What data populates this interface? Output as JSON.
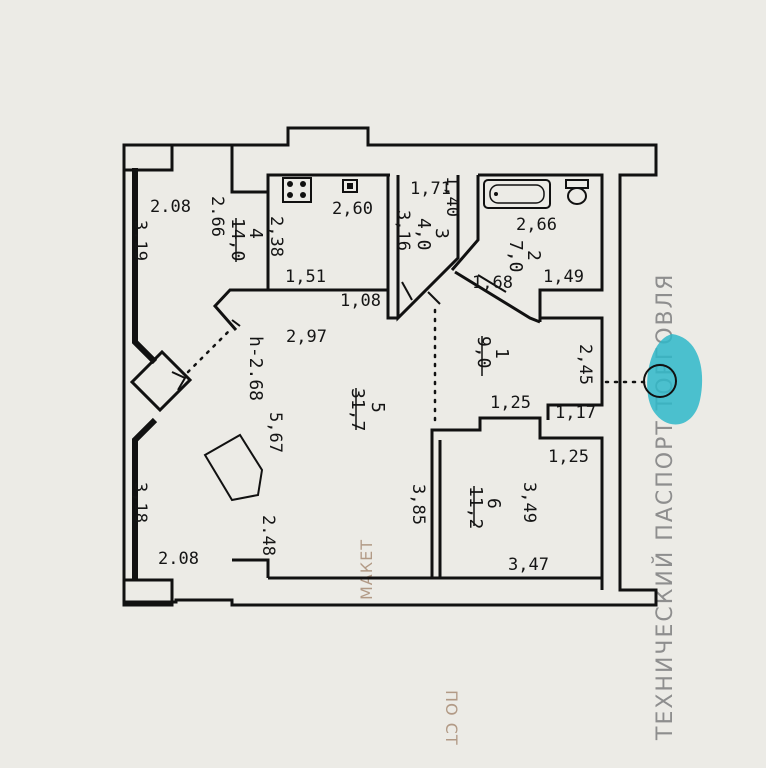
{
  "background_text": {
    "right_vertical": "ТЕХНИЧЕСКИЙ ПАСПОРТ ТОРГОВЛЯ",
    "center_vertical": "МАКЕТ",
    "bottom_vertical": "ПО СТ"
  },
  "rooms": [
    {
      "id": "1",
      "area": "9,0"
    },
    {
      "id": "2",
      "area": "7,0"
    },
    {
      "id": "3",
      "area": "4,0"
    },
    {
      "id": "4",
      "area": "14,0"
    },
    {
      "id": "5",
      "area": "31,7"
    },
    {
      "id": "6",
      "area": "11,2"
    }
  ],
  "ceiling_height": "h-2.68",
  "dimensions": {
    "d_2_08_top": "2.08",
    "d_2_66": "2.66",
    "d_3_19": "3.19",
    "d_2_38": "2,38",
    "d_2_60": "2,60",
    "d_1_51": "1,51",
    "d_1_08": "1,08",
    "d_1_71": "1,71",
    "d_1_40": "1,40",
    "d_3_16": "3,16",
    "d_2_66_bath": "2,66",
    "d_1_68": "1,68",
    "d_1_49": "1,49",
    "d_2_97": "2,97",
    "d_5_67": "5,67",
    "d_2_45": "2,45",
    "d_1_25_a": "1,25",
    "d_1_17": "1,17",
    "d_1_25_b": "1,25",
    "d_3_49": "3,49",
    "d_3_85": "3,85",
    "d_3_47": "3,47",
    "d_3_18": "3,18",
    "d_2_08_bottom": "2.08",
    "d_2_48": "2.48"
  },
  "colors": {
    "marker": "#2fb8c9",
    "ink": "#111111"
  },
  "icons": [
    "bathtub-icon",
    "toilet-icon",
    "stove-icon",
    "sink-icon",
    "table-icon",
    "location-marker-icon"
  ]
}
